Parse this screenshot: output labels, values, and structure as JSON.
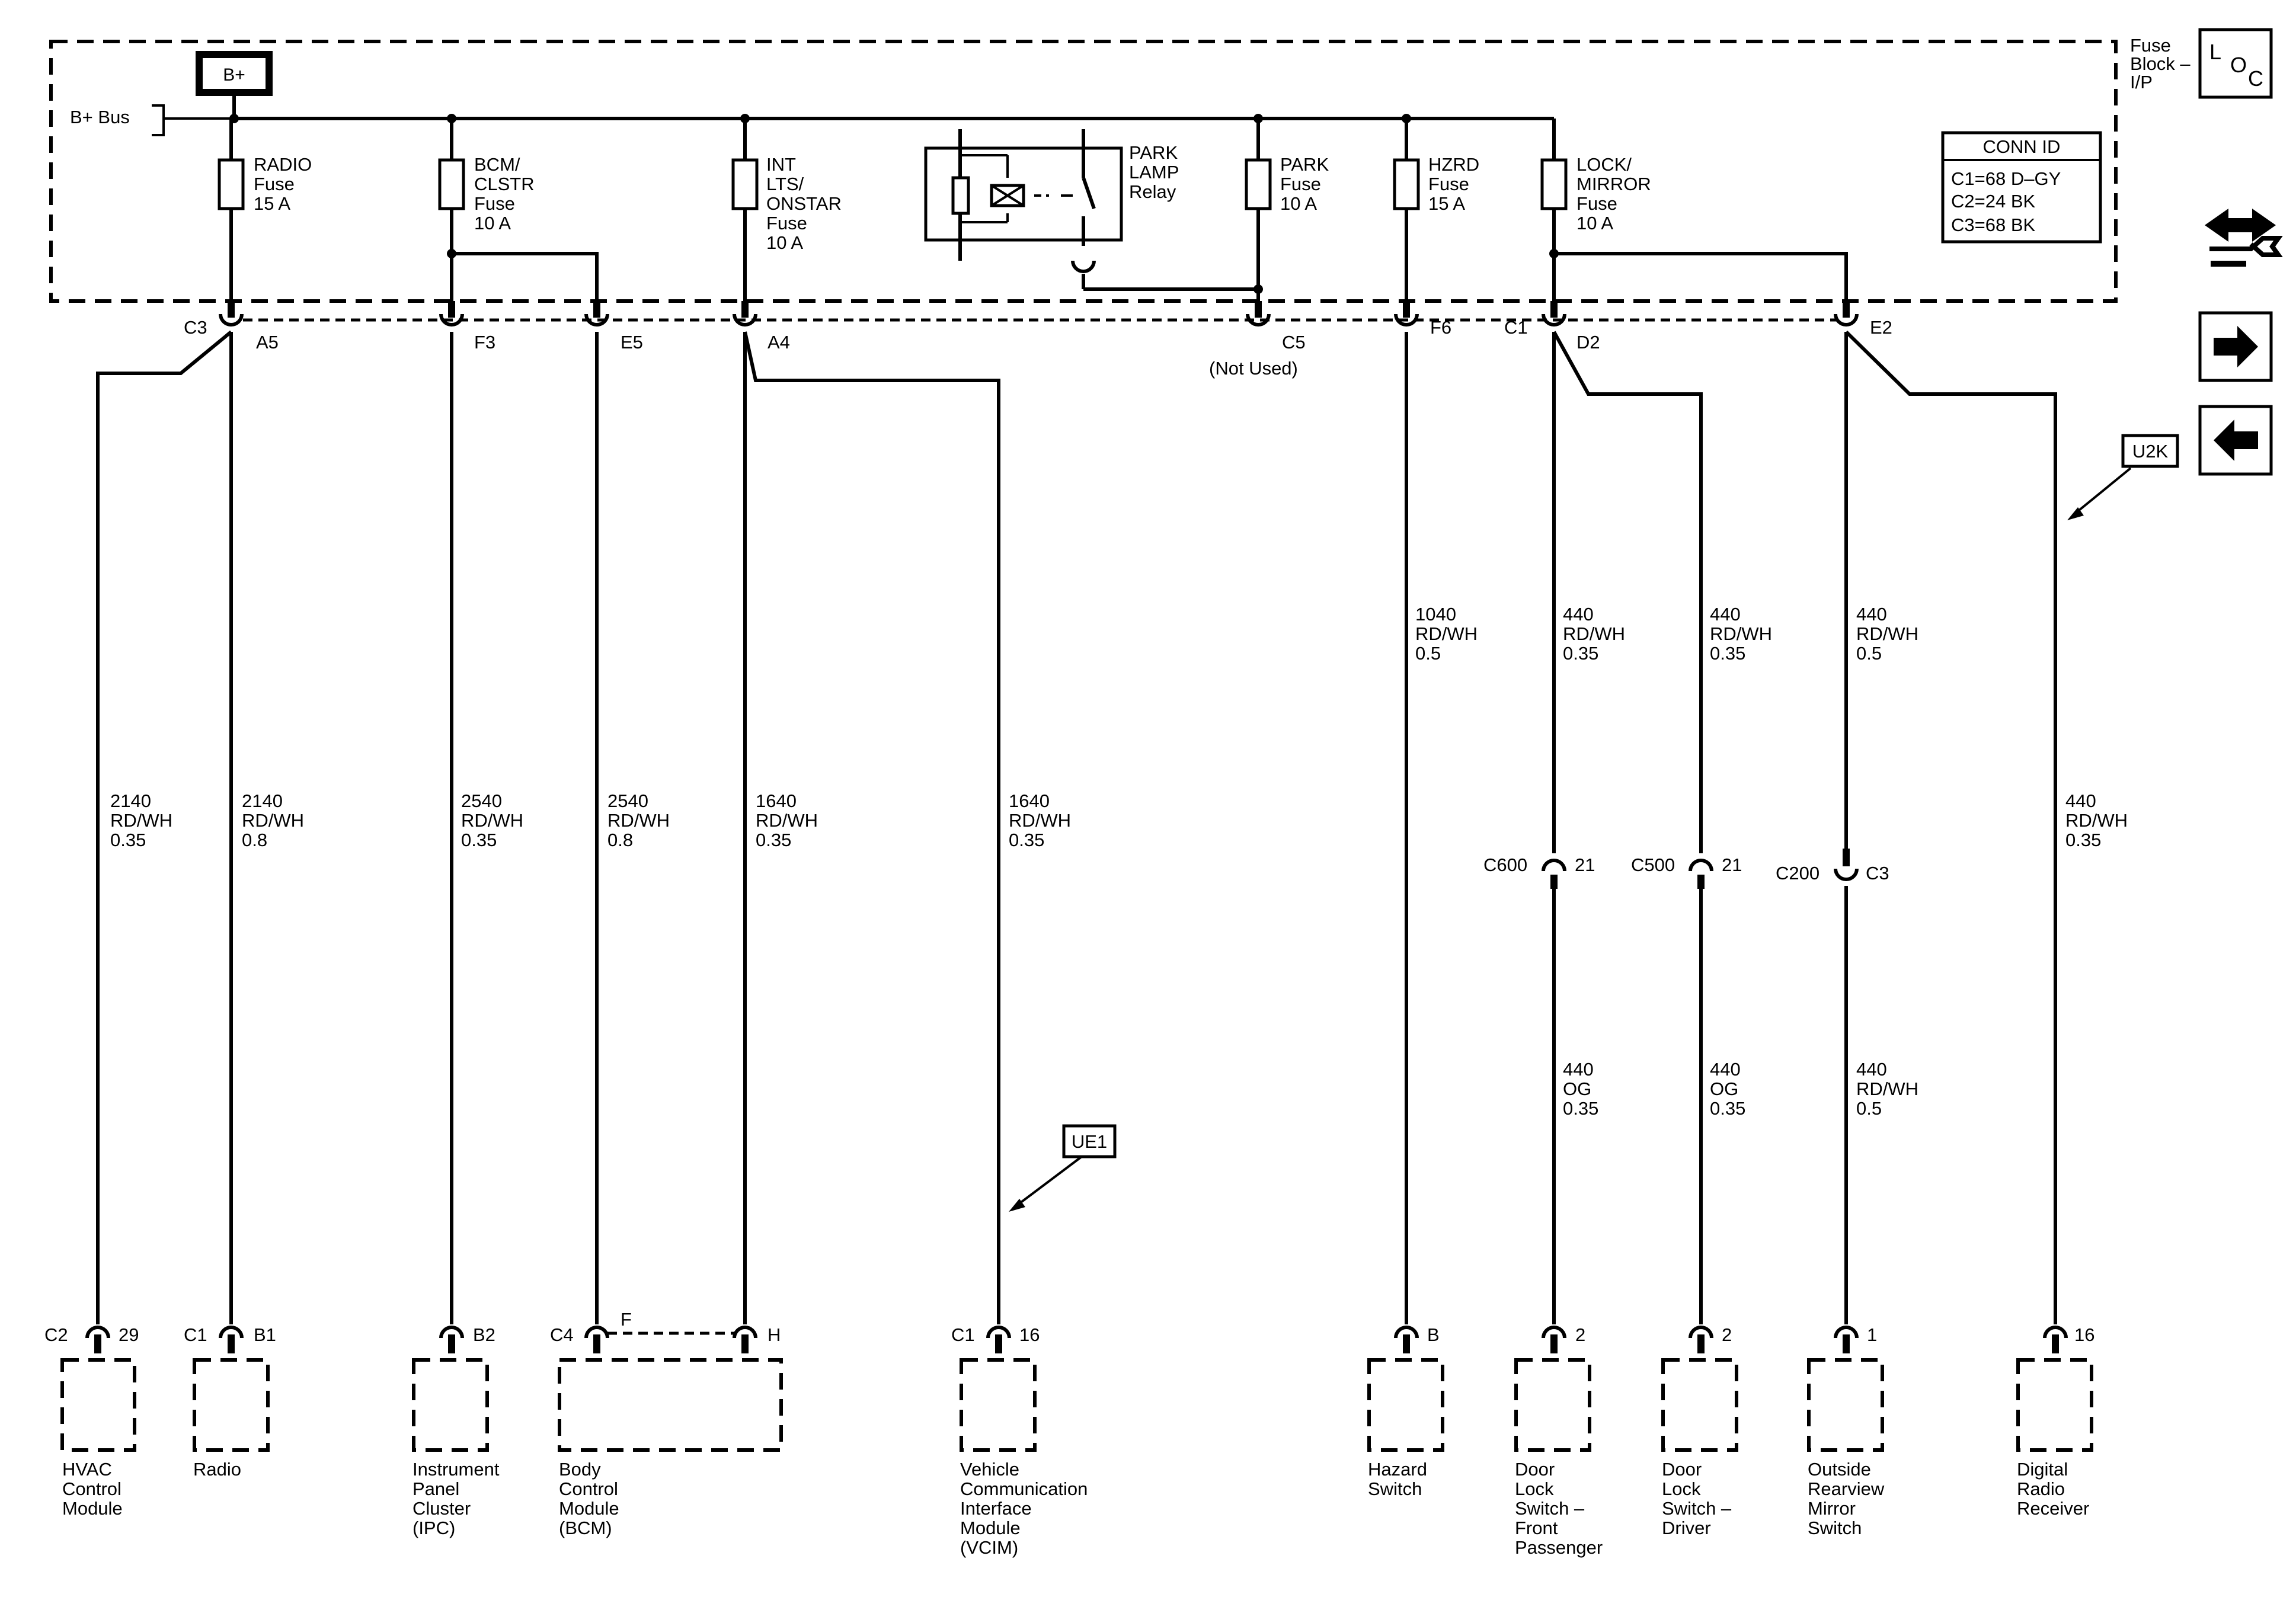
{
  "fuse_block": {
    "title": [
      "Fuse",
      "Block –",
      "I/P"
    ],
    "loc": [
      "L",
      "O",
      "C"
    ]
  },
  "bus": {
    "bplus": "B+",
    "bus_label": "B+ Bus"
  },
  "conn_id": {
    "header": "CONN ID",
    "rows": [
      "C1=68 D–GY",
      "C2=24 BK",
      "C3=68 BK"
    ]
  },
  "relay": {
    "label": [
      "PARK",
      "LAMP",
      "Relay"
    ]
  },
  "fuses": [
    {
      "id": "radio",
      "label": [
        "RADIO",
        "Fuse",
        "15 A"
      ]
    },
    {
      "id": "bcm",
      "label": [
        "BCM/",
        "CLSTR",
        "Fuse",
        "10 A"
      ]
    },
    {
      "id": "int",
      "label": [
        "INT",
        "LTS/",
        "ONSTAR",
        "Fuse",
        "10 A"
      ]
    },
    {
      "id": "park",
      "label": [
        "PARK",
        "Fuse",
        "10 A"
      ]
    },
    {
      "id": "hzrd",
      "label": [
        "HZRD",
        "Fuse",
        "15 A"
      ]
    },
    {
      "id": "lock",
      "label": [
        "LOCK/",
        "MIRROR",
        "Fuse",
        "10 A"
      ]
    }
  ],
  "block_pins": [
    {
      "id": "a5",
      "conn": "C3",
      "pin": "A5"
    },
    {
      "id": "f3",
      "conn": "",
      "pin": "F3"
    },
    {
      "id": "e5",
      "conn": "",
      "pin": "E5"
    },
    {
      "id": "a4",
      "conn": "",
      "pin": "A4"
    },
    {
      "id": "c5",
      "conn": "",
      "pin": "C5",
      "note": "(Not Used)"
    },
    {
      "id": "f6",
      "conn": "",
      "pin": "F6"
    },
    {
      "id": "d2",
      "conn": "C1",
      "pin": "D2"
    },
    {
      "id": "e2",
      "conn": "",
      "pin": "E2"
    }
  ],
  "wires": [
    {
      "id": "hvac",
      "label": [
        "2140",
        "RD/WH",
        "0.35"
      ]
    },
    {
      "id": "radio",
      "label": [
        "2140",
        "RD/WH",
        "0.8"
      ]
    },
    {
      "id": "ipc",
      "label": [
        "2540",
        "RD/WH",
        "0.35"
      ]
    },
    {
      "id": "bcm",
      "label": [
        "2540",
        "RD/WH",
        "0.8"
      ]
    },
    {
      "id": "int1",
      "label": [
        "1640",
        "RD/WH",
        "0.35"
      ]
    },
    {
      "id": "vcim",
      "label": [
        "1640",
        "RD/WH",
        "0.35"
      ]
    },
    {
      "id": "hazard",
      "label": [
        "1040",
        "RD/WH",
        "0.5"
      ]
    },
    {
      "id": "fp_up",
      "label": [
        "440",
        "RD/WH",
        "0.35"
      ]
    },
    {
      "id": "dr_up",
      "label": [
        "440",
        "RD/WH",
        "0.35"
      ]
    },
    {
      "id": "mir_up",
      "label": [
        "440",
        "RD/WH",
        "0.5"
      ]
    },
    {
      "id": "drr",
      "label": [
        "440",
        "RD/WH",
        "0.35"
      ]
    },
    {
      "id": "fp_low",
      "label": [
        "440",
        "OG",
        "0.35"
      ]
    },
    {
      "id": "dr_low",
      "label": [
        "440",
        "OG",
        "0.35"
      ]
    },
    {
      "id": "mir_low",
      "label": [
        "440",
        "RD/WH",
        "0.5"
      ]
    }
  ],
  "inline_connectors": [
    {
      "id": "c600",
      "name": "C600",
      "pin": "21"
    },
    {
      "id": "c500",
      "name": "C500",
      "pin": "21"
    },
    {
      "id": "c200",
      "name": "C200",
      "pin": "C3"
    }
  ],
  "refs": {
    "ue1": "UE1",
    "u2k": "U2K"
  },
  "components": [
    {
      "id": "hvac",
      "conn": "C2",
      "pin": "29",
      "name": [
        "HVAC",
        "Control",
        "Module"
      ]
    },
    {
      "id": "radio",
      "conn": "C1",
      "pin": "B1",
      "name": [
        "Radio"
      ]
    },
    {
      "id": "ipc",
      "conn": "",
      "pin": "B2",
      "name": [
        "Instrument",
        "Panel",
        "Cluster",
        "(IPC)"
      ]
    },
    {
      "id": "bcm",
      "conn": "C4",
      "pin": "F",
      "pin2": "H",
      "name": [
        "Body",
        "Control",
        "Module",
        "(BCM)"
      ]
    },
    {
      "id": "vcim",
      "conn": "C1",
      "pin": "16",
      "name": [
        "Vehicle",
        "Communication",
        "Interface",
        "Module",
        "(VCIM)"
      ]
    },
    {
      "id": "hazard",
      "conn": "",
      "pin": "B",
      "name": [
        "Hazard",
        "Switch"
      ]
    },
    {
      "id": "dlfp",
      "conn": "",
      "pin": "2",
      "name": [
        "Door",
        "Lock",
        "Switch –",
        "Front",
        "Passenger"
      ]
    },
    {
      "id": "dld",
      "conn": "",
      "pin": "2",
      "name": [
        "Door",
        "Lock",
        "Switch –",
        "Driver"
      ]
    },
    {
      "id": "orm",
      "conn": "",
      "pin": "1",
      "name": [
        "Outside",
        "Rearview",
        "Mirror",
        "Switch"
      ]
    },
    {
      "id": "drr",
      "conn": "",
      "pin": "16",
      "name": [
        "Digital",
        "Radio",
        "Receiver"
      ]
    }
  ]
}
